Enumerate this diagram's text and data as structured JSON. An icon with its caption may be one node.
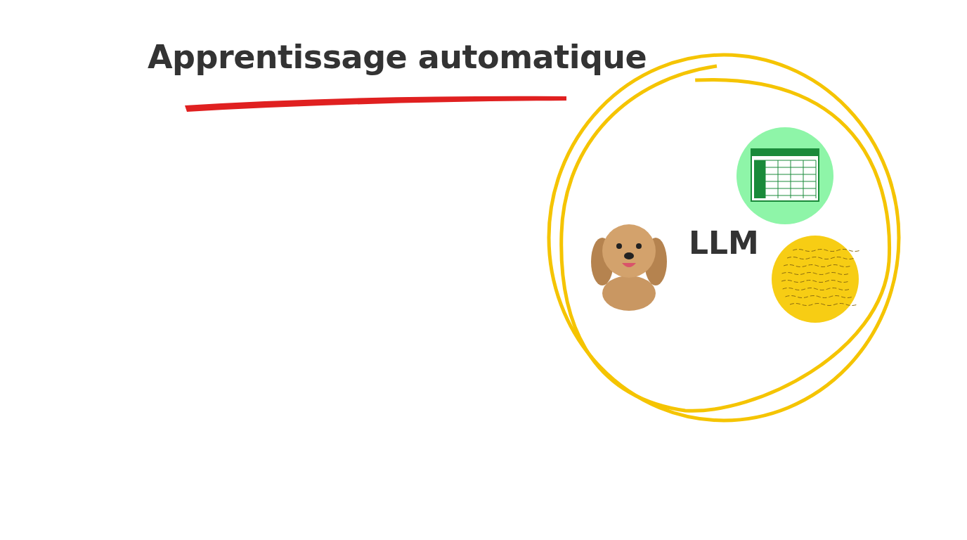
{
  "diagram": {
    "title": "Apprentissage automatique",
    "nodes": [
      {
        "text": [],
        "shape": "line"
      },
      {
        "text": [
          "LLM"
        ]
      },
      {
        "text": [],
        "shape": "picture",
        "in": 1
      },
      {
        "text": [],
        "shape": "circle",
        "in": 1
      },
      {
        "text": [],
        "shape": "circle",
        "in": 1
      }
    ],
    "edges": []
  }
}
